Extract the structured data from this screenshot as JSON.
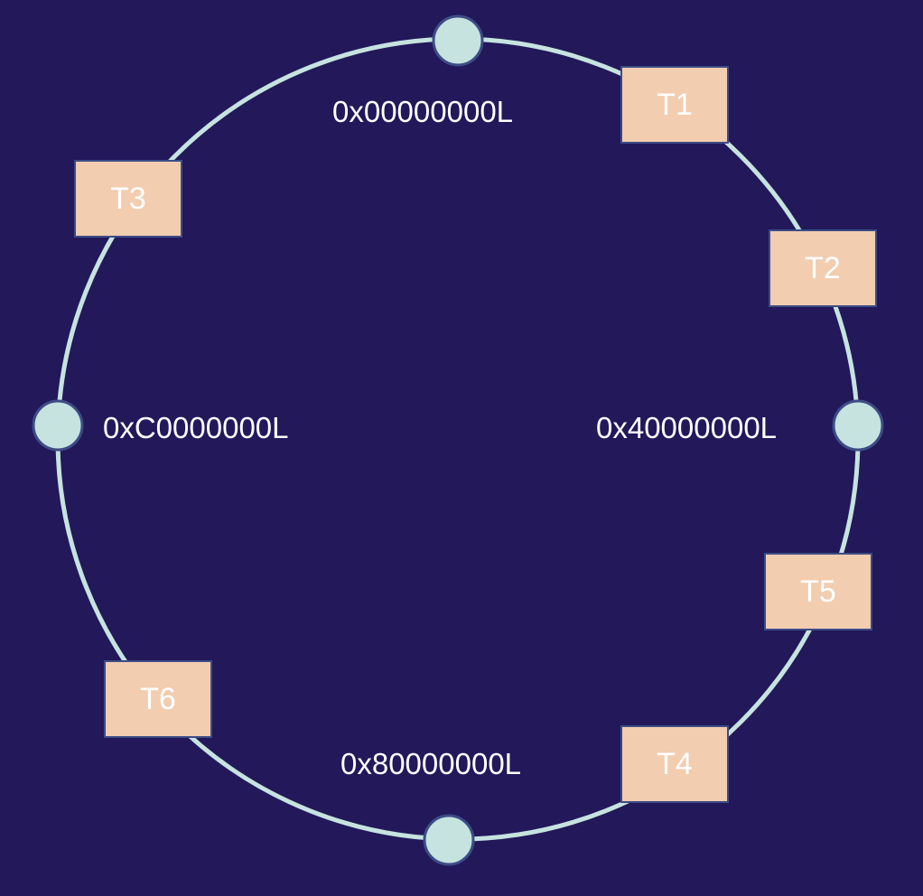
{
  "ring": {
    "stroke_color": "#c6e3df",
    "marker_fill": "#c6e3df",
    "marker_stroke": "#3d4c86",
    "background_color": "#22185a",
    "node_fill": "#f2cdb0"
  },
  "labels": {
    "top": "0x00000000L",
    "right": "0x40000000L",
    "bottom": "0x80000000L",
    "left": "0xC0000000L"
  },
  "nodes": {
    "t1": "T1",
    "t2": "T2",
    "t3": "T3",
    "t4": "T4",
    "t5": "T5",
    "t6": "T6"
  }
}
